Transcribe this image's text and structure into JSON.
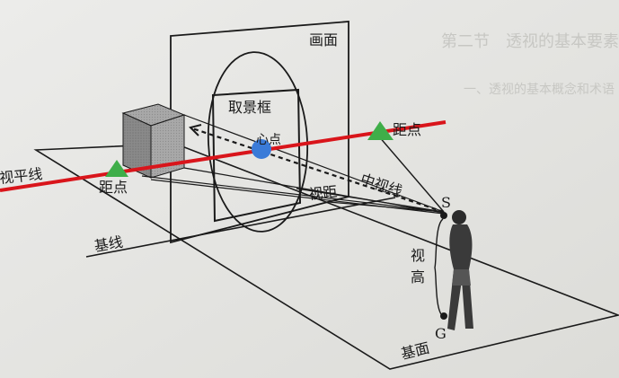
{
  "labels": {
    "picture_plane": "画面",
    "viewfinder": "取景框",
    "distance_point_right": "距点",
    "distance_point_left": "距点",
    "horizon_line": "视平线",
    "center_point": "心点",
    "central_line_of_sight": "中视线",
    "viewing_distance": "视距",
    "station_point": "S",
    "eye_height_1": "视",
    "eye_height_2": "高",
    "ground_point": "G",
    "ground_line": "基线",
    "ground_plane": "基面"
  },
  "background_text": {
    "line1": "第二节　透视的基本要素",
    "line2": "一、透视的基本概念和术语"
  },
  "colors": {
    "horizon_line": "#d9151b",
    "distance_point_marker": "#3fae49",
    "center_point_marker": "#3a7bd8",
    "ink": "#1a1a1a",
    "paper": "#e6e6e3"
  }
}
